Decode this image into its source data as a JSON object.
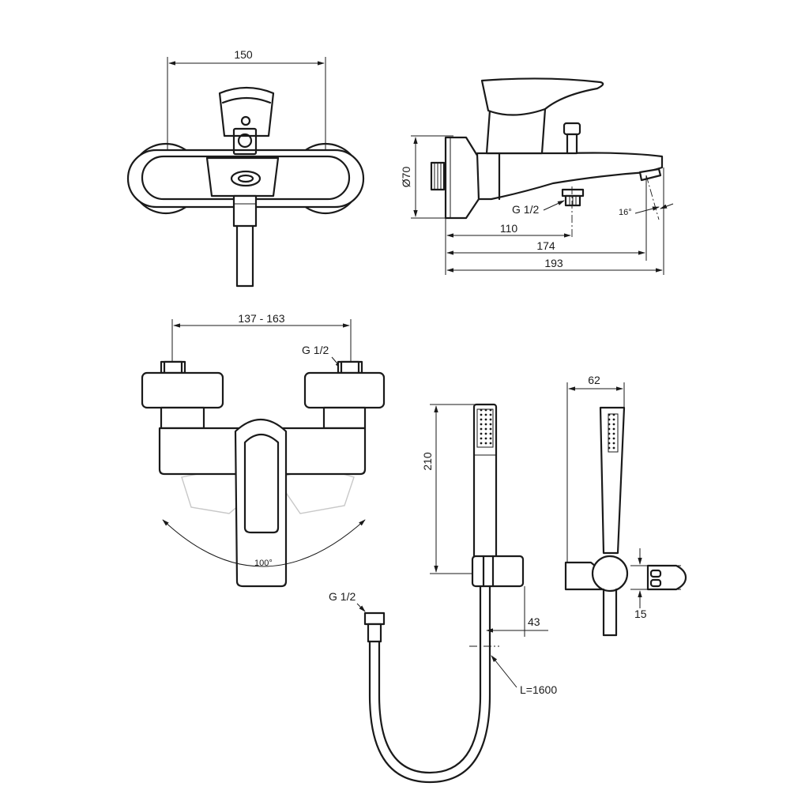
{
  "top_view": {
    "width_label": "150"
  },
  "side_view": {
    "diameter_label": "Ø70",
    "thread_label": "G 1/2",
    "angle_label": "16°",
    "dim_110": "110",
    "dim_174": "174",
    "dim_193": "193"
  },
  "front_view": {
    "spacing_label": "137 - 163",
    "thread_label": "G 1/2",
    "rotation_label": "100°"
  },
  "hose": {
    "thread_label": "G 1/2",
    "length_label": "L=1600"
  },
  "handshower": {
    "height_label": "210",
    "offset_label": "43"
  },
  "handshower_side": {
    "width_label": "62",
    "depth_label": "15"
  }
}
